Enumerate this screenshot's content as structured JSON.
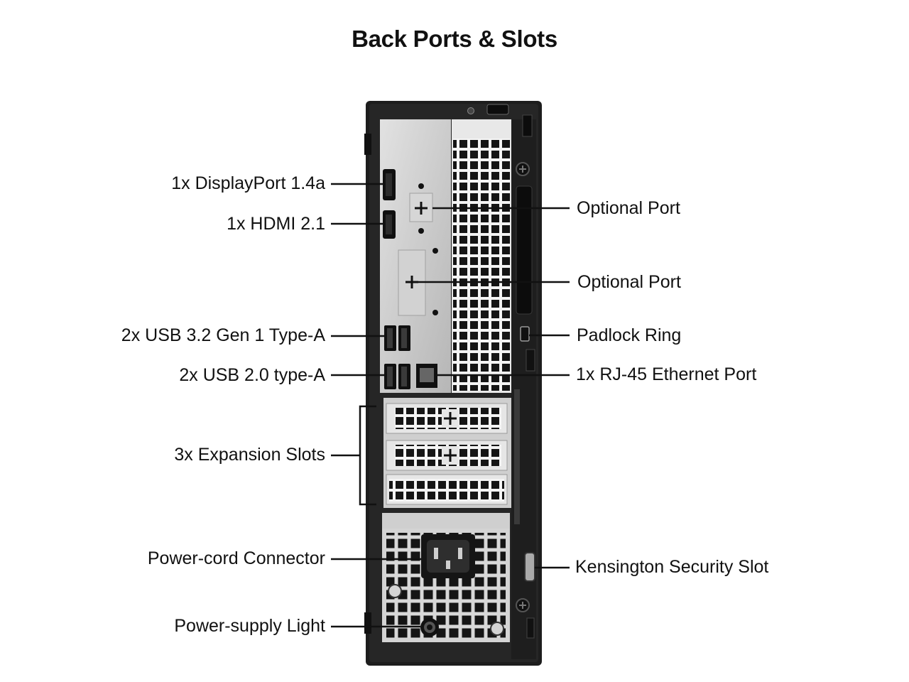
{
  "title": "Back Ports & Slots",
  "labels": {
    "displayport": "1x DisplayPort 1.4a",
    "hdmi": "1x HDMI 2.1",
    "usb32": "2x USB 3.2 Gen 1 Type-A",
    "usb20": "2x USB 2.0 type-A",
    "expansion": "3x Expansion Slots",
    "power_connector": "Power-cord Connector",
    "power_light": "Power-supply Light",
    "optional_port_1": "Optional Port",
    "optional_port_2": "Optional Port",
    "padlock": "Padlock Ring",
    "ethernet": "1x RJ-45 Ethernet Port",
    "kensington": "Kensington Security Slot"
  },
  "colors": {
    "chassis": "#1c1c1c",
    "panel": "#c9c9c9",
    "line": "#111111"
  }
}
